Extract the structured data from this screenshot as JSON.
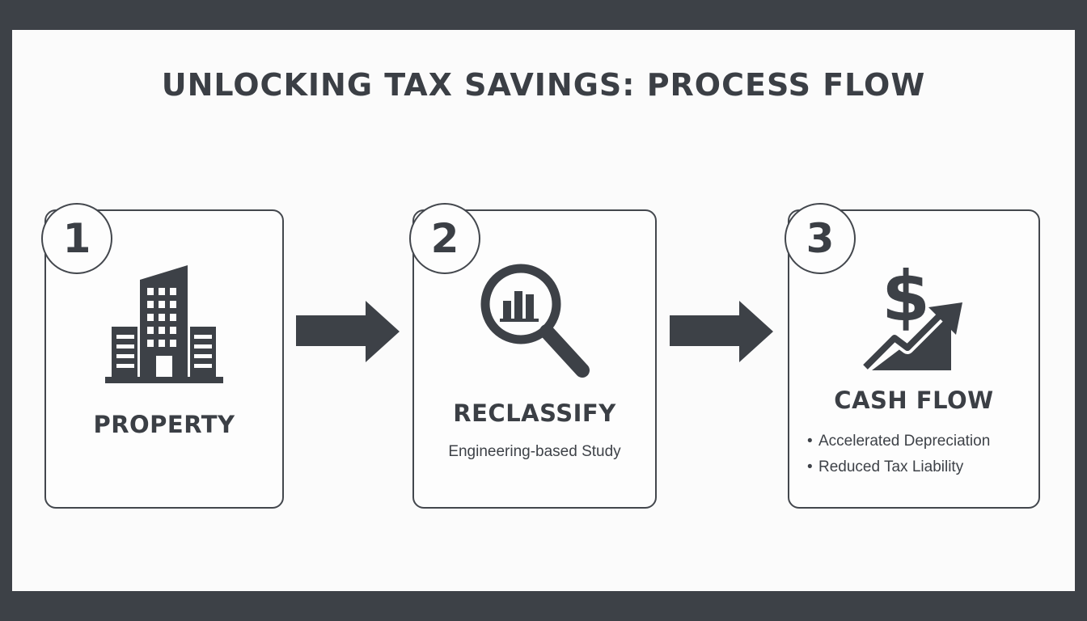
{
  "title": "UNLOCKING TAX SAVINGS: PROCESS FLOW",
  "steps": [
    {
      "number": "1",
      "label": "PROPERTY",
      "icon": "building-icon"
    },
    {
      "number": "2",
      "label": "RECLASSIFY",
      "subtitle": "Engineering-based Study",
      "icon": "magnifier-chart-icon"
    },
    {
      "number": "3",
      "label": "CASH FLOW",
      "icon": "dollar-growth-icon",
      "bullets": [
        "Accelerated Depreciation",
        "Reduced Tax Liability"
      ]
    }
  ],
  "colors": {
    "frame": "#3d4147",
    "ink": "#3b3f45",
    "background": "#fbfbfb"
  }
}
